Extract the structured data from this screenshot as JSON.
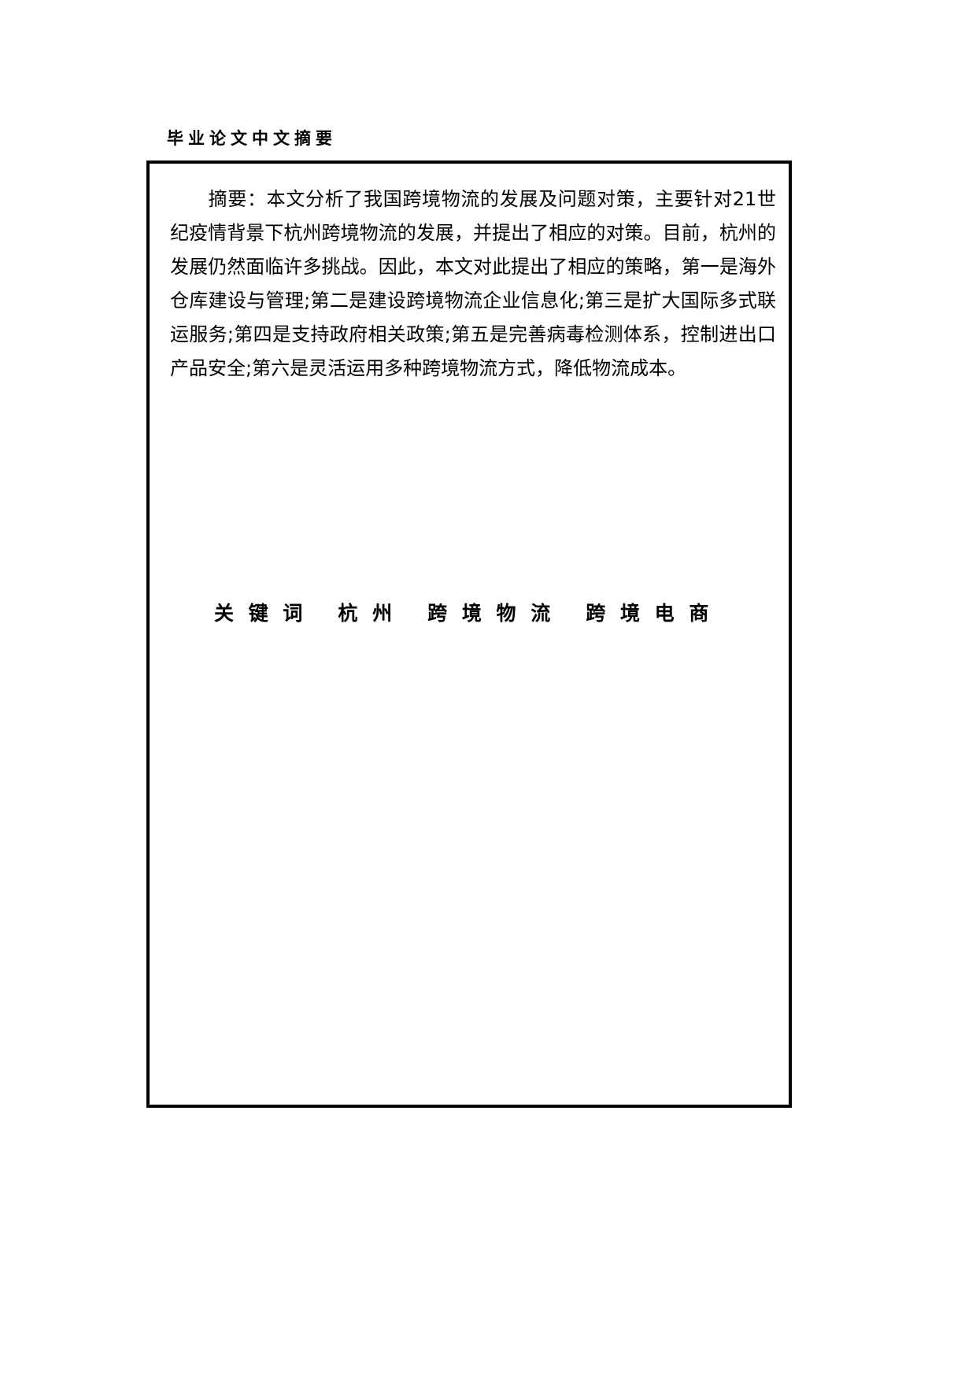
{
  "document": {
    "header_label": "毕业论文中文摘要",
    "abstract": {
      "indent_marker": "　　",
      "text": "摘要：本文分析了我国跨境物流的发展及问题对策，主要针对21世纪疫情背景下杭州跨境物流的发展，并提出了相应的对策。目前，杭州的发展仍然面临许多挑战。因此，本文对此提出了相应的策略，第一是海外仓库建设与管理;第二是建设跨境物流企业信息化;第三是扩大国际多式联运服务;第四是支持政府相关政策;第五是完善病毒检测体系，控制进出口产品安全;第六是灵活运用多种跨境物流方式，降低物流成本。"
    },
    "keywords": {
      "label": "关 键 词",
      "items": [
        "杭 州",
        "跨 境 物 流",
        "跨 境 电 商"
      ],
      "full_line": "关 键 词　　杭 州　　跨 境 物 流　　跨 境 电 商"
    }
  },
  "colors": {
    "page_background": "#ffffff",
    "text": "#000000",
    "border": "#000000"
  }
}
